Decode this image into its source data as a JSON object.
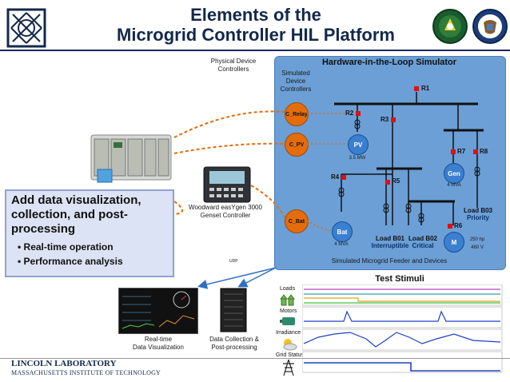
{
  "title_line1": "Elements of the",
  "title_line2": "Microgrid Controller HIL Platform",
  "physical_controllers_label": "Physical Device\nControllers",
  "hil": {
    "title": "Hardware-in-the-Loop Simulator",
    "simulated_controllers_label": "Simulated\nDevice\nControllers",
    "controllers": [
      "C_Relay",
      "C_PV",
      "C_Bat"
    ],
    "devices": {
      "pv": "PV",
      "pv_rating": "3.5 MW",
      "gen": "Gen",
      "gen_rating": "4 MVA",
      "bat": "Bat",
      "bat_rating": "4 MVA",
      "motor": "M",
      "motor_rating": "250 hp\n460 V"
    },
    "relays": [
      "R1",
      "R2",
      "R3",
      "R4",
      "R5",
      "R6",
      "R7",
      "R8"
    ],
    "buses": {
      "b01": "Load B01",
      "b01_type": "Interruptible",
      "b02": "Load B02",
      "b02_type": "Critical",
      "b03": "Load B03",
      "b03_type": "Priority"
    },
    "footer": "Simulated Microgrid Feeder and Devices"
  },
  "genset_label": "Woodward easYgen 3000\nGenset Controller",
  "udp_label": "UDP",
  "callout": {
    "heading": "Add data visualization, collection, and post-processing",
    "bullets": [
      "Real-time operation",
      "Performance analysis"
    ]
  },
  "viz_label": "Real-time\nData Visualization",
  "collection_label": "Data Collection &\nPost-processing",
  "stimuli": {
    "title": "Test Stimuli",
    "rows": [
      "Loads",
      "Motors",
      "Irradiance",
      "Grid Status"
    ]
  },
  "footer": {
    "org": "LINCOLN LABORATORY",
    "sub": "MASSACHUSETTS INSTITUTE OF TECHNOLOGY"
  },
  "colors": {
    "title": "#13294b",
    "hil_bg": "#6b9fd6",
    "controller": "#e46c0a",
    "device": "#3a7fd0",
    "relay": "#e01010",
    "callout_bg": "#dce3f5"
  }
}
